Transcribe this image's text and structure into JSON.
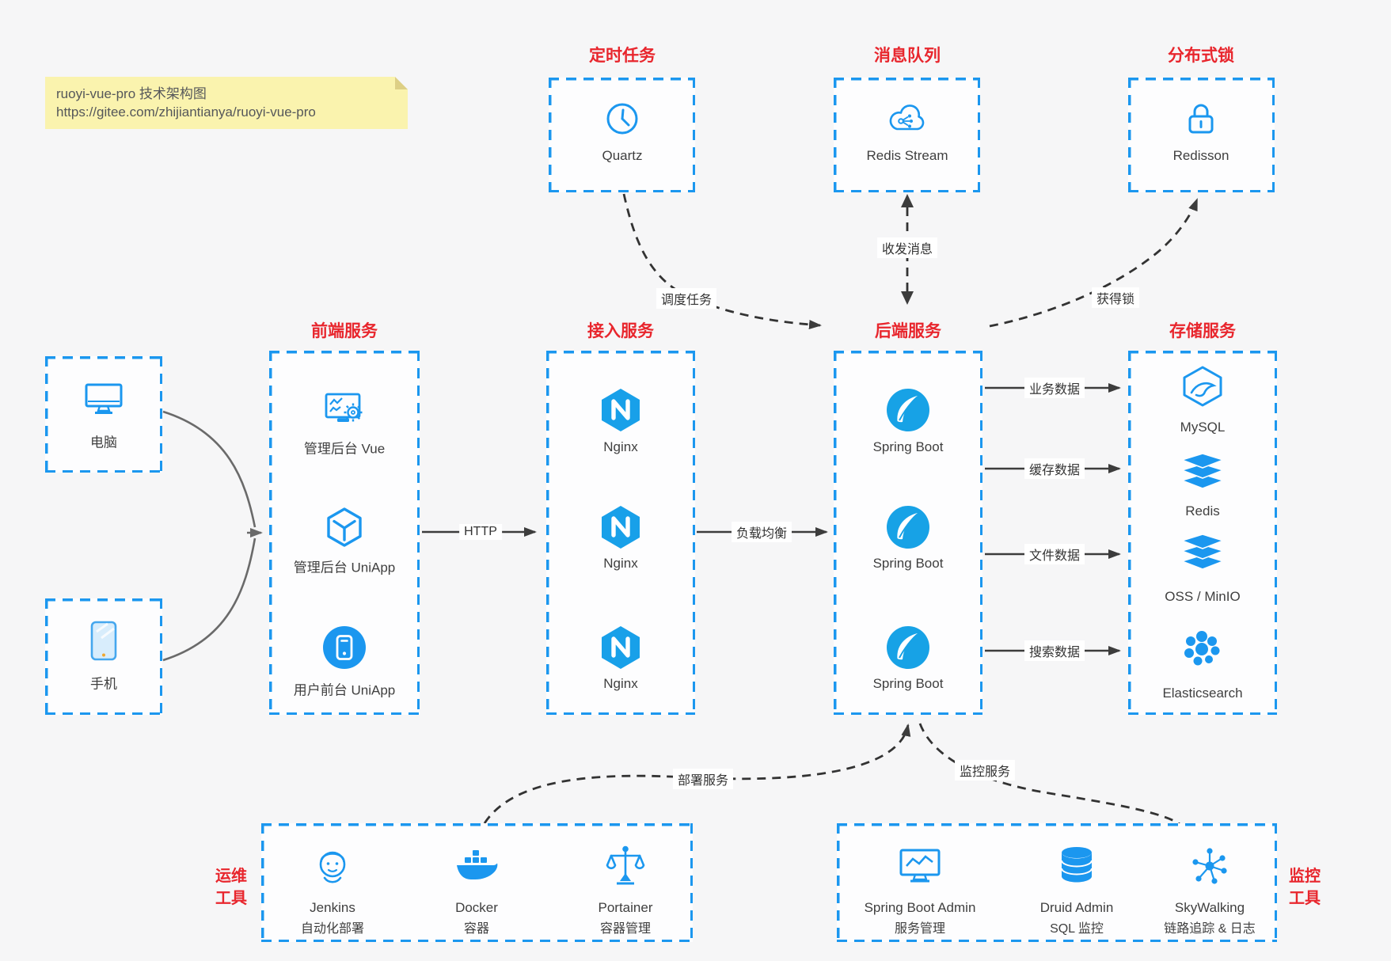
{
  "note": {
    "line1": "ruoyi-vue-pro 技术架构图",
    "line2": "https://gitee.com/zhijiantianya/ruoyi-vue-pro"
  },
  "top_services": [
    {
      "title": "定时任务",
      "item": "Quartz",
      "icon": "clock-icon"
    },
    {
      "title": "消息队列",
      "item": "Redis Stream",
      "icon": "cloud-stream-icon"
    },
    {
      "title": "分布式锁",
      "item": "Redisson",
      "icon": "lock-icon"
    }
  ],
  "clients": [
    {
      "label": "电脑",
      "icon": "desktop-icon"
    },
    {
      "label": "手机",
      "icon": "phone-icon"
    }
  ],
  "columns": [
    {
      "title": "前端服务",
      "items": [
        {
          "label": "管理后台 Vue"
        },
        {
          "label": "管理后台 UniApp"
        },
        {
          "label": "用户前台 UniApp"
        }
      ]
    },
    {
      "title": "接入服务",
      "items": [
        {
          "label": "Nginx"
        },
        {
          "label": "Nginx"
        },
        {
          "label": "Nginx"
        }
      ]
    },
    {
      "title": "后端服务",
      "items": [
        {
          "label": "Spring Boot"
        },
        {
          "label": "Spring Boot"
        },
        {
          "label": "Spring Boot"
        }
      ]
    },
    {
      "title": "存储服务",
      "items": [
        {
          "label": "MySQL"
        },
        {
          "label": "Redis"
        },
        {
          "label": "OSS / MinIO"
        },
        {
          "label": "Elasticsearch"
        }
      ]
    }
  ],
  "edges": {
    "http": "HTTP",
    "load_balance": "负载均衡",
    "schedule": "调度任务",
    "messaging": "收发消息",
    "lock": "获得锁",
    "business_data": "业务数据",
    "cache_data": "缓存数据",
    "file_data": "文件数据",
    "search_data": "搜索数据",
    "deploy": "部署服务",
    "monitor": "监控服务"
  },
  "ops_tools": {
    "side_line1": "运维",
    "side_line2": "工具",
    "items": [
      {
        "name": "Jenkins",
        "desc": "自动化部署",
        "icon": "jenkins-icon"
      },
      {
        "name": "Docker",
        "desc": "容器",
        "icon": "docker-icon"
      },
      {
        "name": "Portainer",
        "desc": "容器管理",
        "icon": "portainer-icon"
      }
    ]
  },
  "monitor_tools": {
    "side_line1": "监控",
    "side_line2": "工具",
    "items": [
      {
        "name": "Spring Boot Admin",
        "desc": "服务管理",
        "icon": "spring-boot-admin-icon"
      },
      {
        "name": "Druid Admin",
        "desc": "SQL 监控",
        "icon": "druid-icon"
      },
      {
        "name": "SkyWalking",
        "desc": "链路追踪 & 日志",
        "icon": "skywalking-icon"
      }
    ]
  },
  "colors": {
    "accent_blue": "#1b97ef",
    "title_red": "#e8262d",
    "note_bg": "#faf3ae",
    "arrow_dark": "#3c3c3c",
    "device_gray": "#6a6a6a"
  }
}
